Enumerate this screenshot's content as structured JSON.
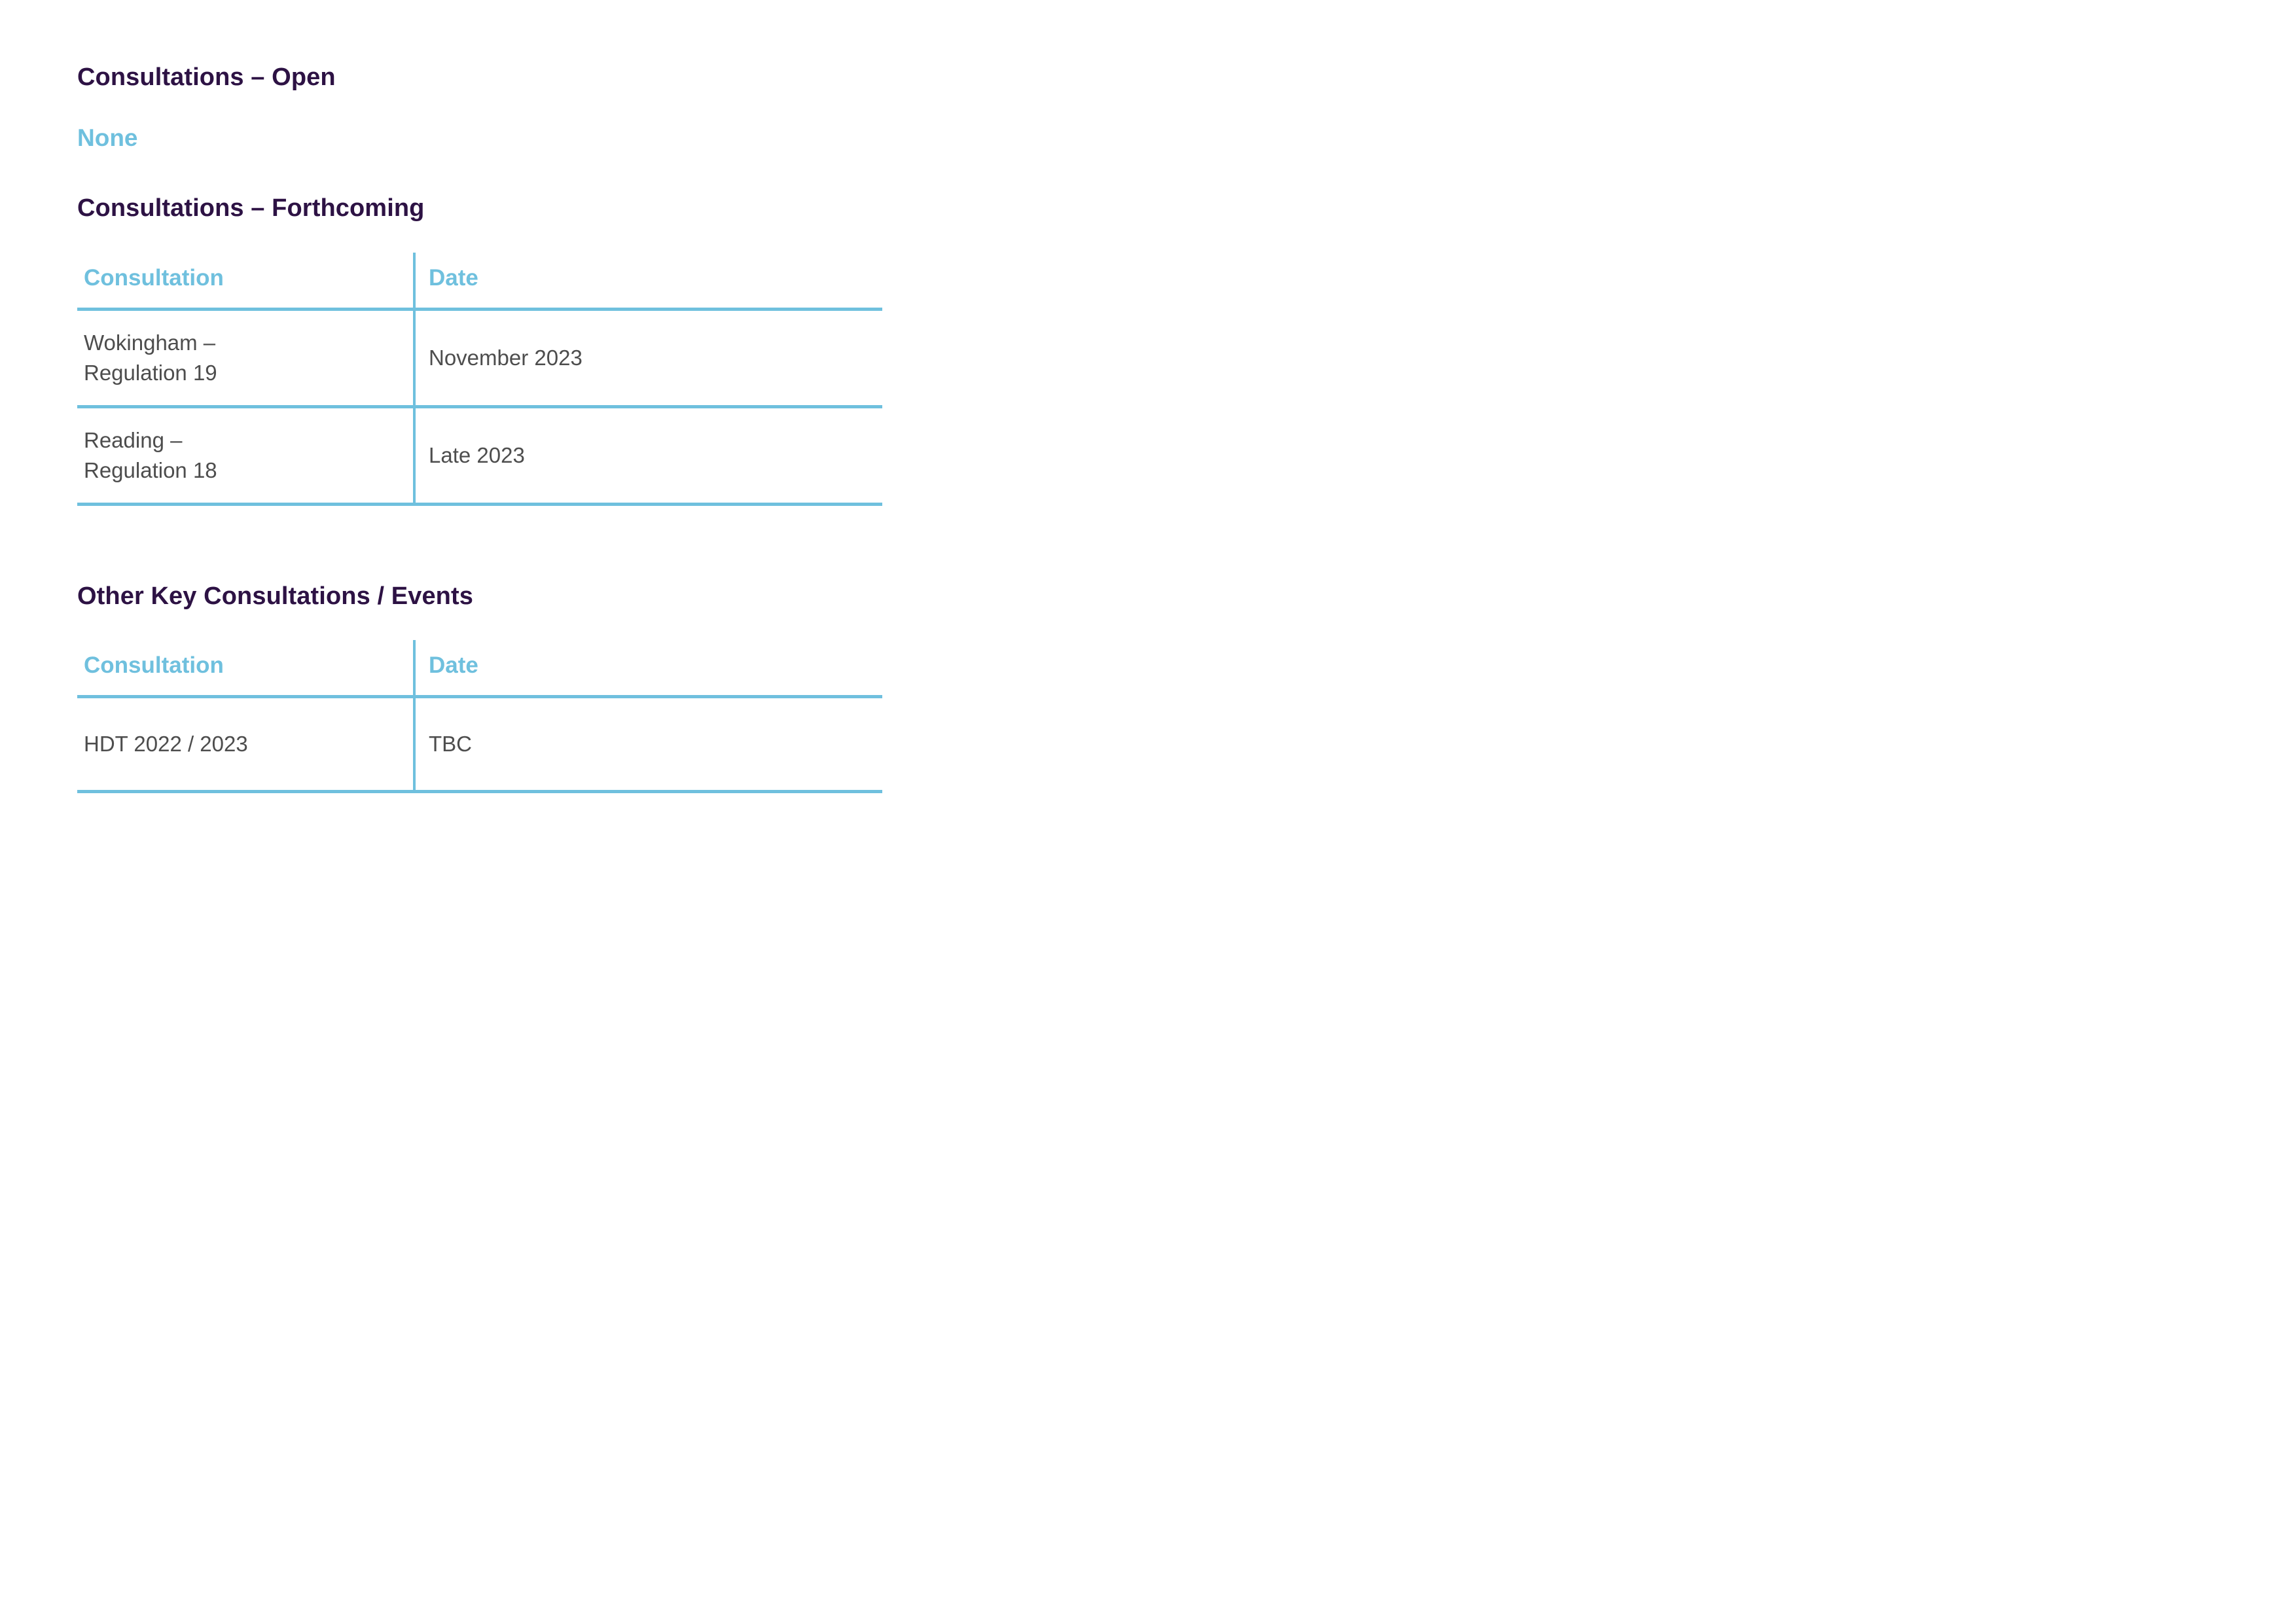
{
  "page": {
    "background": "#ffffff",
    "heading_color": "#2d1244",
    "accent_color": "#6fc0de",
    "body_text_color": "#4d4d4d"
  },
  "sections": {
    "open": {
      "heading": "Consultations – Open",
      "empty_label": "None"
    },
    "forthcoming": {
      "heading": "Consultations – Forthcoming",
      "table": {
        "columns": [
          "Consultation",
          "Date"
        ],
        "rows": [
          {
            "consultation_line1": "Wokingham –",
            "consultation_line2": "Regulation 19",
            "date": "November 2023"
          },
          {
            "consultation_line1": "Reading –",
            "consultation_line2": "Regulation 18",
            "date": "Late 2023"
          }
        ]
      }
    },
    "other_key": {
      "heading": "Other Key Consultations / Events",
      "table": {
        "columns": [
          "Consultation",
          "Date"
        ],
        "rows": [
          {
            "consultation": "HDT 2022 / 2023",
            "date": "TBC"
          }
        ]
      }
    }
  }
}
